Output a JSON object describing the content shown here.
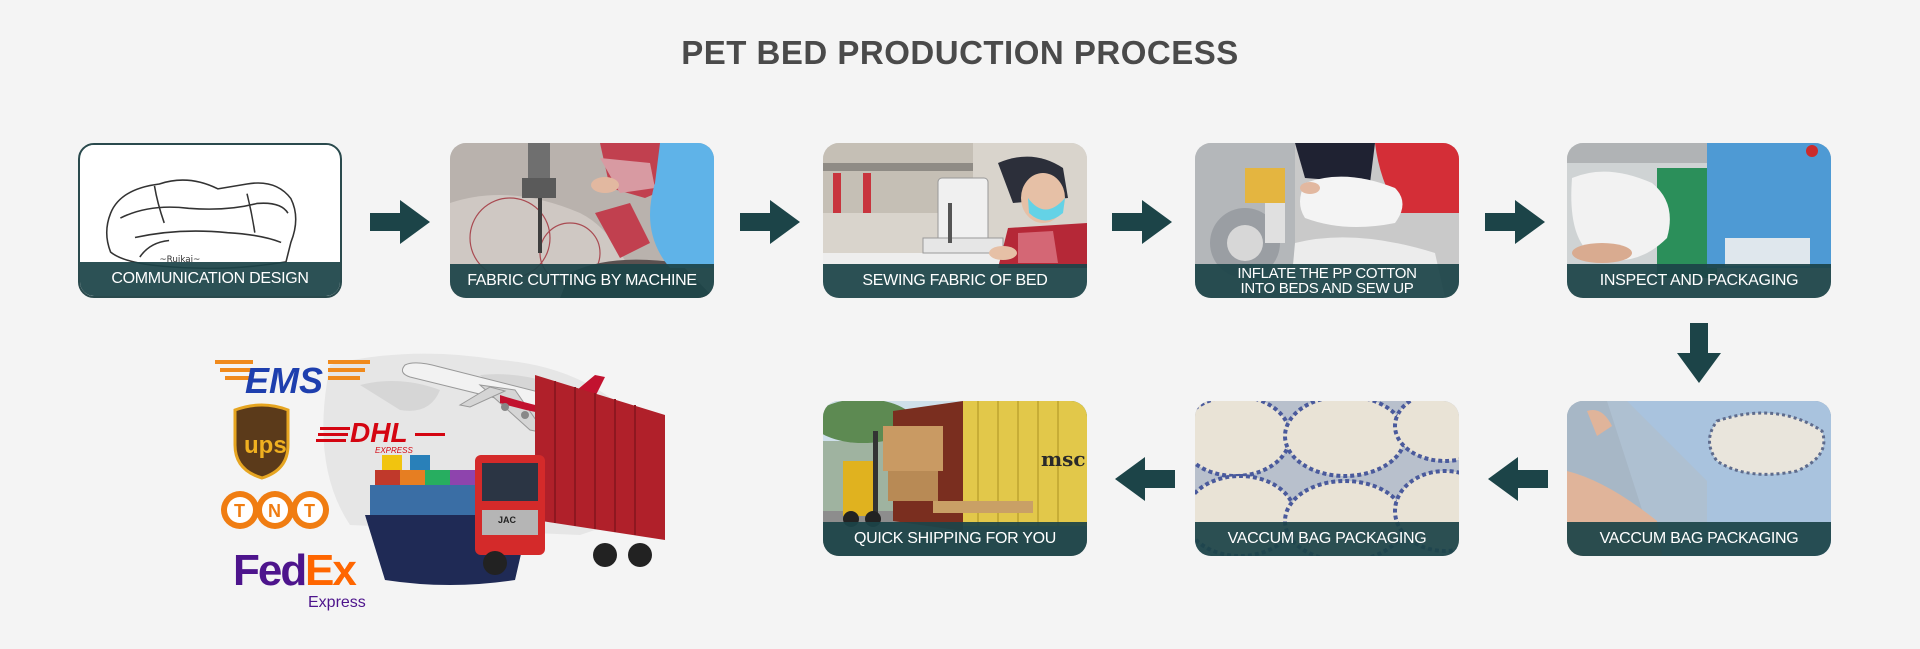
{
  "title": "PET BED PRODUCTION PROCESS",
  "steps": [
    {
      "label": "COMMUNICATION DESIGN"
    },
    {
      "label": "FABRIC CUTTING BY MACHINE"
    },
    {
      "label": "SEWING FABRIC OF BED"
    },
    {
      "label_line1": "INFLATE THE PP COTTON",
      "label_line2": "INTO BEDS AND SEW UP"
    },
    {
      "label": "INSPECT AND PACKAGING"
    },
    {
      "label": "VACCUM BAG PACKAGING"
    },
    {
      "label": "VACCUM BAG PACKAGING"
    },
    {
      "label": "QUICK SHIPPING FOR YOU"
    }
  ],
  "carriers": {
    "ems": "EMS",
    "ups": "ups",
    "dhl": "DHL",
    "dhl_sub": "EXPRESS",
    "tnt": [
      "T",
      "N",
      "T"
    ],
    "fedex_fed": "Fed",
    "fedex_ex": "Ex",
    "fedex_express": "Express",
    "truck_brand": "JAC",
    "container_mark": "msc"
  },
  "colors": {
    "caption_bg": "#1c4448",
    "arrow": "#1c4448",
    "title": "#4a4a4a",
    "ems_blue": "#1e3fae",
    "ems_orange": "#f08a1c",
    "dhl_red": "#d40511",
    "fedex_purple": "#4d148c",
    "fedex_orange": "#ff6600"
  },
  "icons": [
    "right-arrow-icon",
    "down-arrow-icon",
    "left-arrow-icon"
  ]
}
